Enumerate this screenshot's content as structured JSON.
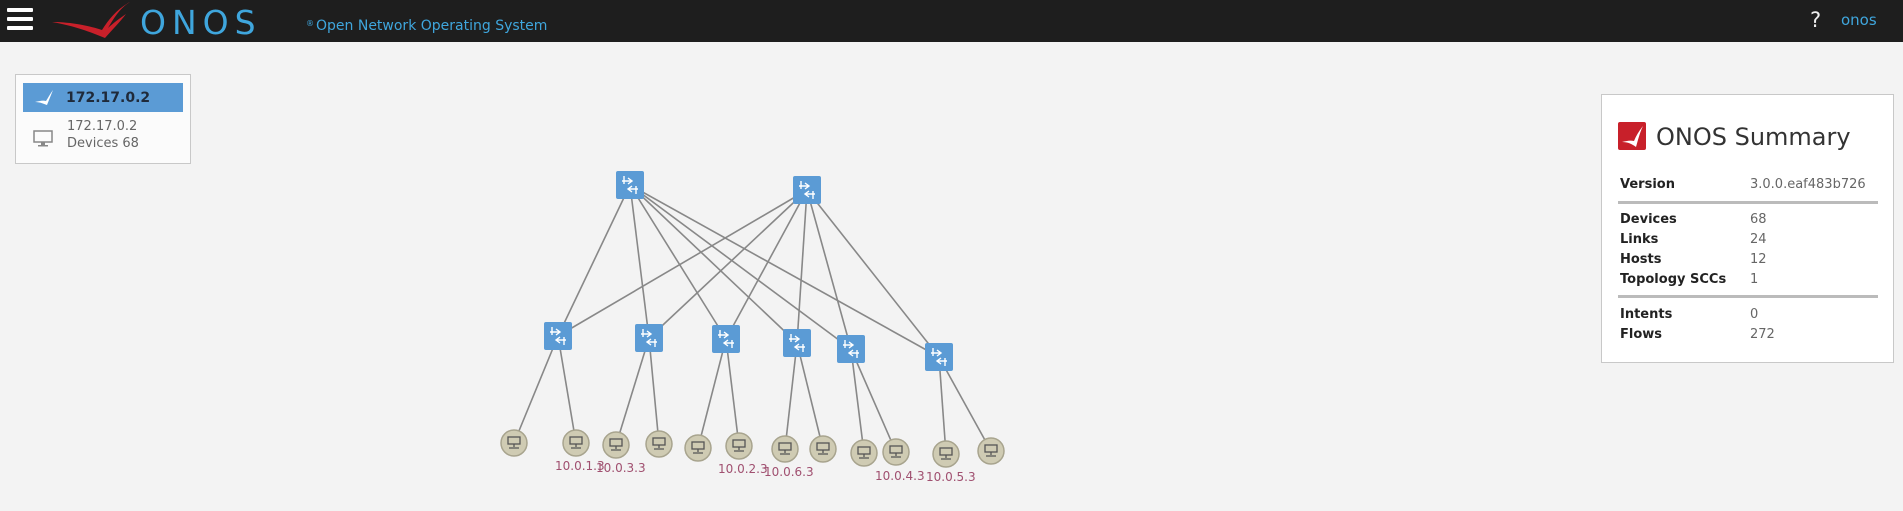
{
  "header": {
    "logo_text": "ONOS",
    "logo_reg": "®",
    "subtitle": "Open Network Operating System",
    "help_label": "?",
    "user": "onos"
  },
  "instance_panel": {
    "title": "172.17.0.2",
    "ip": "172.17.0.2",
    "devices": "Devices 68"
  },
  "topology": {
    "host_labels": [
      "10.0.1.3",
      "10.0.3.3",
      "10.0.2.3",
      "10.0.6.3",
      "10.0.4.3",
      "10.0.5.3"
    ]
  },
  "summary": {
    "title": "ONOS Summary",
    "version_label": "Version",
    "version": "3.0.0.eaf483b726",
    "devices_label": "Devices",
    "devices": "68",
    "links_label": "Links",
    "links": "24",
    "hosts_label": "Hosts",
    "hosts": "12",
    "sccs_label": "Topology SCCs",
    "sccs": "1",
    "intents_label": "Intents",
    "intents": "0",
    "flows_label": "Flows",
    "flows": "272"
  },
  "colors": {
    "masthead": "#1e1e1e",
    "accent": "#3fa6dd",
    "switch": "#5b9bd5",
    "host": "#cfcbb3",
    "link": "#888888",
    "host_label": "#a05070",
    "logo_red": "#c8202a"
  }
}
